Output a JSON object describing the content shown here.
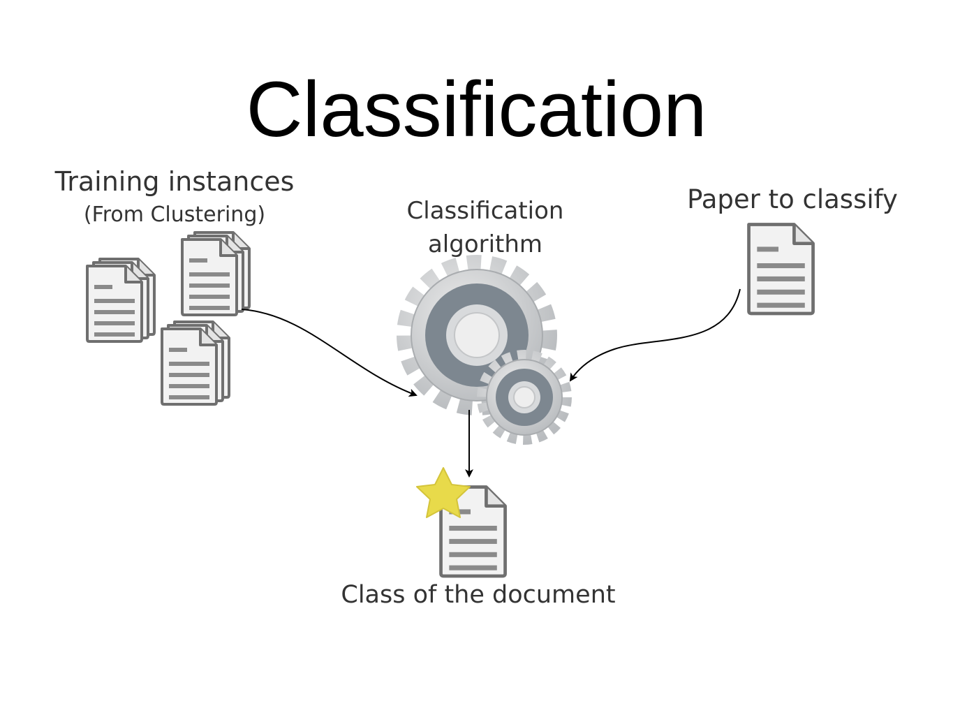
{
  "title": "Classification",
  "labels": {
    "training": "Training instances",
    "training_sub": "(From Clustering)",
    "algorithm_line1": "Classification",
    "algorithm_line2": "algorithm",
    "paper": "Paper to classify",
    "result": "Class of the document"
  },
  "colors": {
    "doc_fill": "#f2f2f2",
    "doc_stroke": "#6f6f6f",
    "doc_lines": "#8a8a8a",
    "gear_outer": "#cfd1d3",
    "gear_ring": "#7d8790",
    "star": "#e8da4a",
    "arrow": "#000000"
  },
  "icons": {
    "document": "document-icon",
    "gear": "gear-icon",
    "star": "star-icon"
  }
}
